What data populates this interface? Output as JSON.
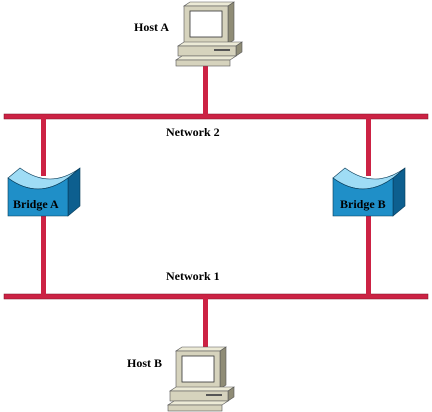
{
  "hosts": {
    "host_a": {
      "label": "Host A"
    },
    "host_b": {
      "label": "Host B"
    }
  },
  "networks": {
    "network_2": {
      "label": "Network 2"
    },
    "network_1": {
      "label": "Network 1"
    }
  },
  "bridges": {
    "bridge_a": {
      "label": "Bridge A"
    },
    "bridge_b": {
      "label": "Bridge B"
    }
  },
  "colors": {
    "network_line": "#cc2244",
    "bridge_front": "#1f8fc8",
    "bridge_top": "#9fdcf5",
    "bridge_side": "#0d5f8f",
    "computer_body": "#d6d3bd",
    "computer_shadow": "#8f8c76",
    "screen": "#ffffff"
  }
}
